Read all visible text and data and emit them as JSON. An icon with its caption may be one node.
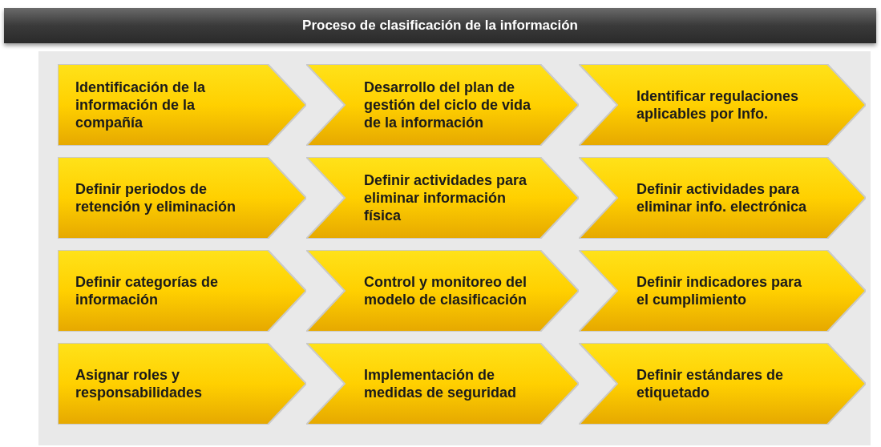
{
  "diagram": {
    "title": "Proceso de clasificación de la información",
    "nodes": [
      {
        "text": [
          "Identificación de la información de la compañía"
        ]
      },
      {
        "text": [
          "Desarrollo del plan de gestión del ciclo de vida de la información"
        ]
      },
      {
        "text": [
          "Identificar regulaciones aplicables por Info."
        ]
      },
      {
        "text": [
          "Definir periodos de retención y eliminación"
        ]
      },
      {
        "text": [
          "Definir actividades para eliminar información física"
        ]
      },
      {
        "text": [
          "Definir actividades para eliminar info. electrónica"
        ]
      },
      {
        "text": [
          "Definir categorías de información"
        ]
      },
      {
        "text": [
          "Control y monitoreo del modelo de clasificación"
        ]
      },
      {
        "text": [
          "Definir indicadores para el cumplimiento"
        ]
      },
      {
        "text": [
          "Asignar roles y responsabilidades"
        ]
      },
      {
        "text": [
          "Implementación de medidas de seguridad"
        ]
      },
      {
        "text": [
          "Definir estándares de etiquetado"
        ]
      }
    ]
  }
}
